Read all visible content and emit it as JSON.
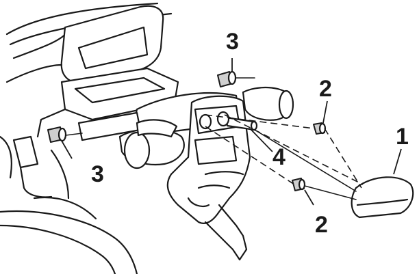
{
  "callouts": {
    "c1": "1",
    "c2_top": "2",
    "c2_bottom": "2",
    "c3_top": "3",
    "c3_bottom": "3",
    "c4": "4"
  },
  "colors": {
    "ink": "#1a1a1a",
    "paper": "#ffffff",
    "shade": "#cfcfcf"
  }
}
